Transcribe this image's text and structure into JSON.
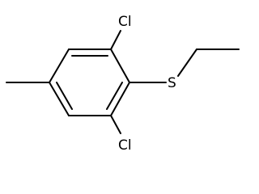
{
  "molecule": {
    "atoms": {
      "cl_top": "Cl",
      "cl_bottom": "Cl",
      "sulfur": "S"
    },
    "bond_color": "#000000",
    "label_color": "#000000"
  }
}
